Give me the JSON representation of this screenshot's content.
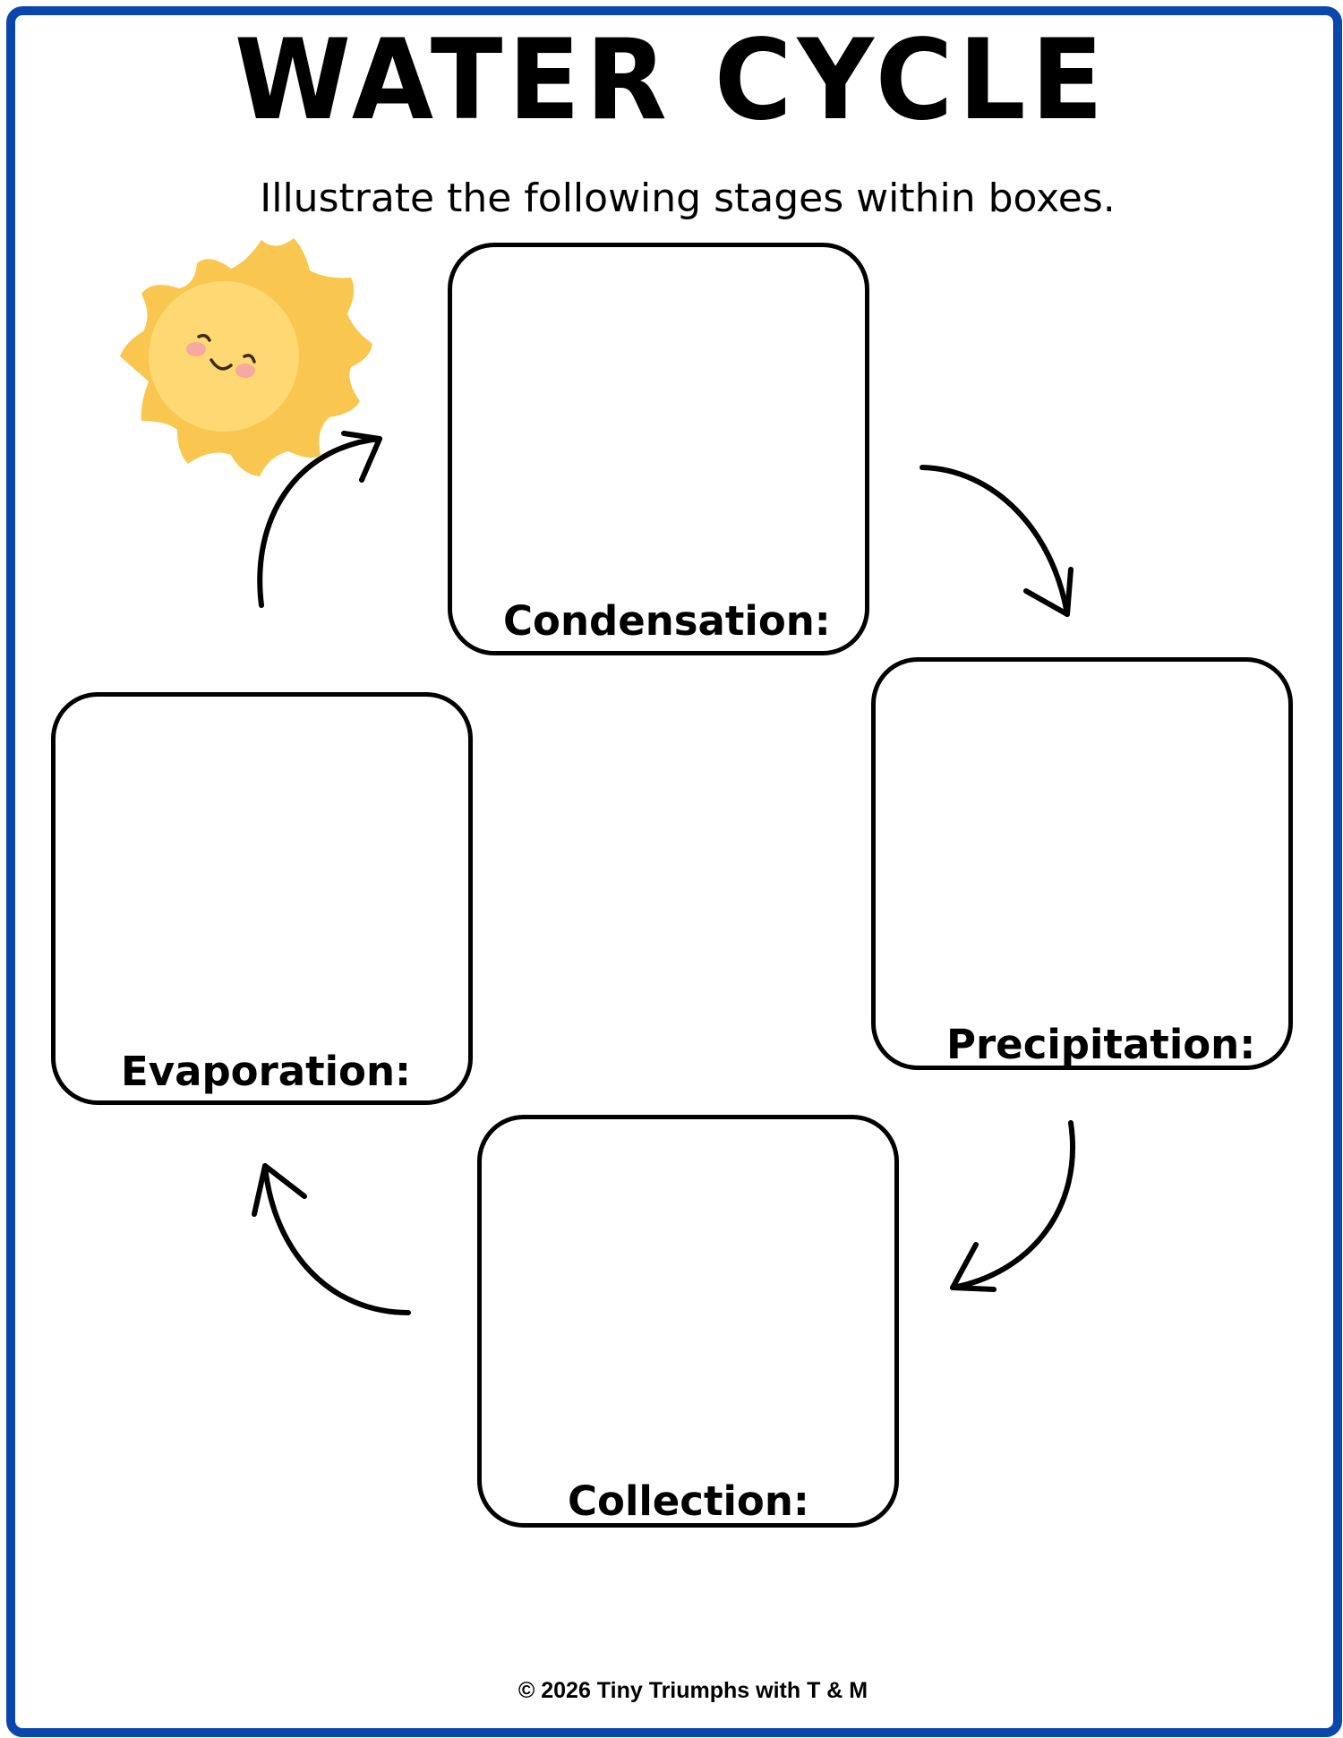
{
  "title": "WATER CYCLE",
  "instructions": "Illustrate the following stages within boxes.",
  "stages": [
    {
      "label": "Condensation:"
    },
    {
      "label": "Precipitation:"
    },
    {
      "label": "Collection:"
    },
    {
      "label": "Evaporation:"
    }
  ],
  "footer": "© 2026 Tiny Triumphs with T & M",
  "colors": {
    "border": "#0a47ad",
    "sun_rays": "#f9c74f",
    "sun_face": "#fdd873",
    "sun_cheeks": "#f7a8a0",
    "ink": "#000000"
  },
  "icons": [
    "smiling-sun-icon",
    "curved-arrow-icon"
  ]
}
